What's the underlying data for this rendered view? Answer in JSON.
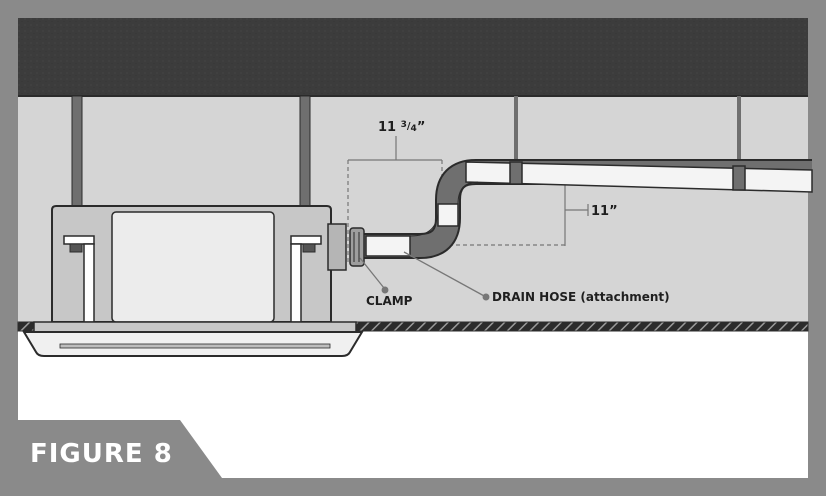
{
  "figure": {
    "label": "FIGURE 8"
  },
  "dimensions": {
    "horizontal": {
      "whole": "11",
      "fraction_num": "3",
      "fraction_den": "4",
      "inch_mark": "”"
    },
    "vertical": {
      "label": "11”"
    }
  },
  "callouts": {
    "clamp": "CLAMP",
    "drain_hose": "DRAIN HOSE (attachment)"
  },
  "colors": {
    "frame": "#8a8a8a",
    "ceiling_slab": "#3c3c3c",
    "wall": "#d5d5d5",
    "pipe": "#6f6f6f",
    "unit_body": "#c7c7c7",
    "outline": "#2b2b2b"
  }
}
